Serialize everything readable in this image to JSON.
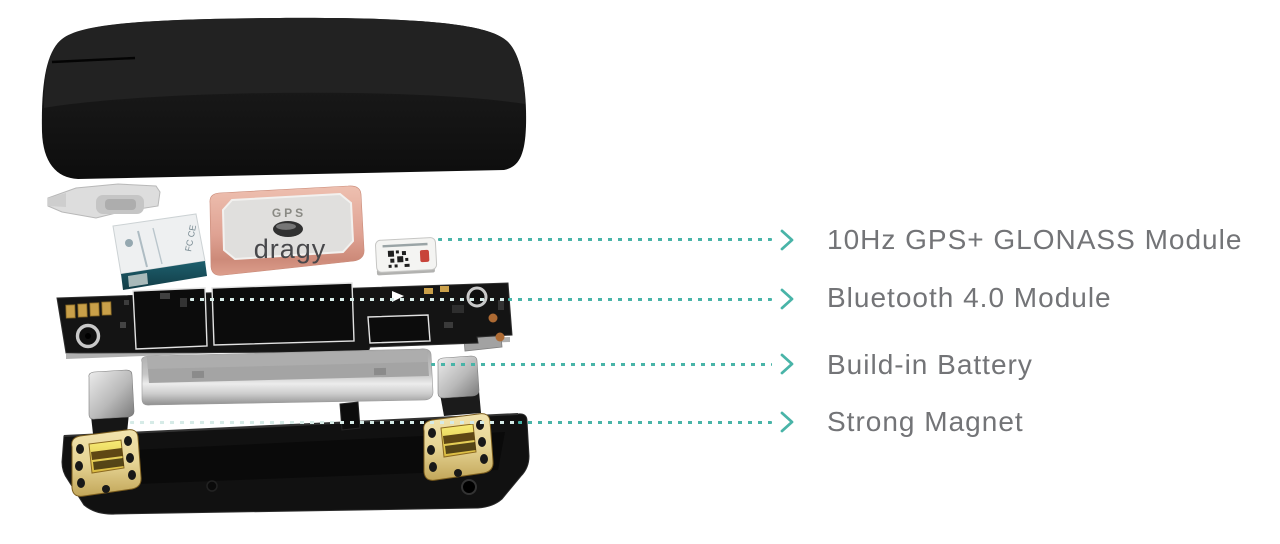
{
  "callouts": [
    {
      "label": "10Hz GPS+ GLONASS Module"
    },
    {
      "label": "Bluetooth 4.0 Module"
    },
    {
      "label": "Build-in Battery"
    },
    {
      "label": "Strong Magnet"
    }
  ],
  "device": {
    "antenna": {
      "top_label": "GPS",
      "brand": "dragy"
    },
    "ble_module": {
      "marking": "FC CE"
    }
  },
  "colors": {
    "accent_teal": "#49b4a8",
    "label_text": "#737477",
    "case_black": "#161616",
    "antenna_pink": "#dfa293",
    "antenna_face": "#e0dfdd",
    "battery_silver": "#c9c9c9",
    "gold": "#e6d494"
  }
}
